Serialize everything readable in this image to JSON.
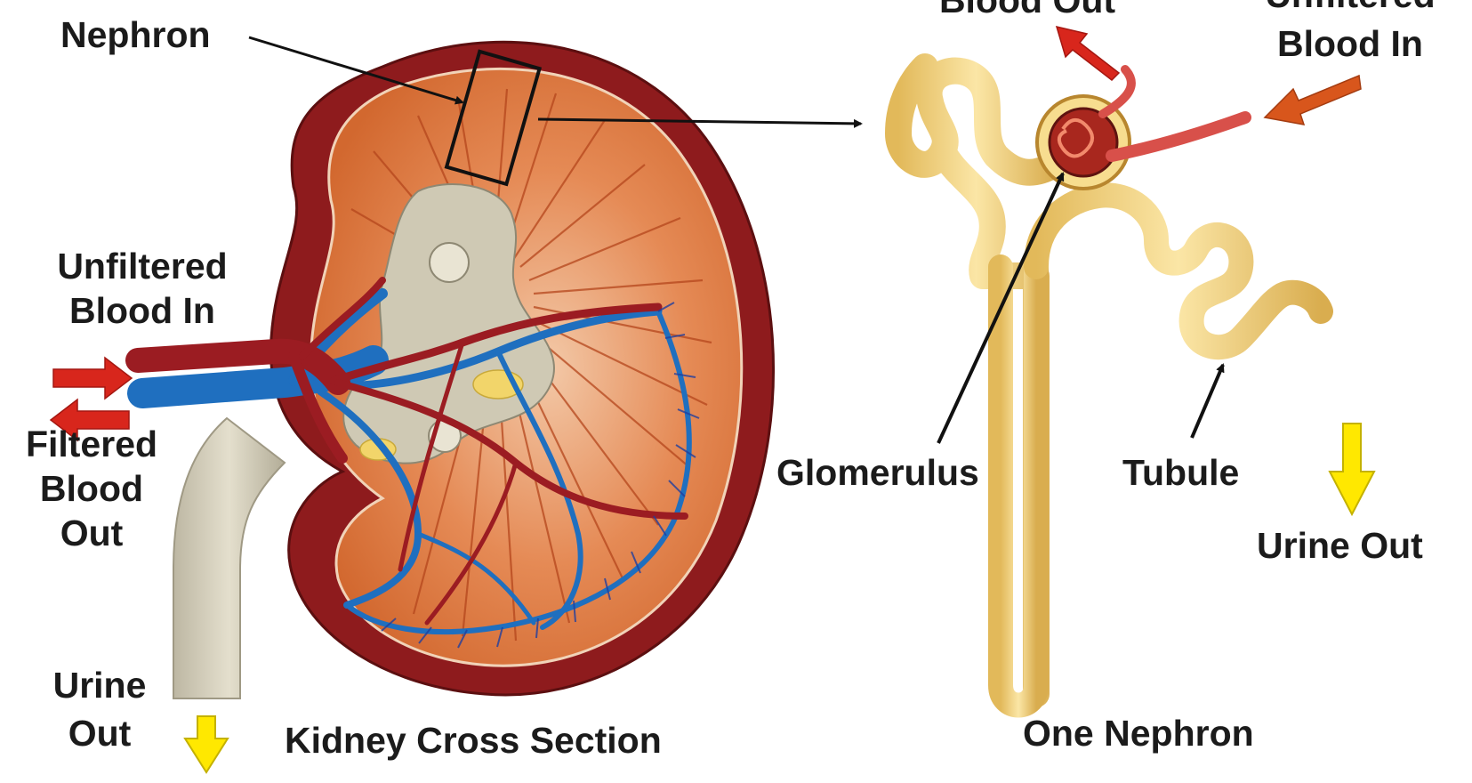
{
  "left_panel": {
    "nephron_callout": "Nephron",
    "blood_in_line1": "Unfiltered",
    "blood_in_line2": "Blood In",
    "blood_out_line1": "Filtered",
    "blood_out_line2": "Blood",
    "blood_out_line3": "Out",
    "urine_out_line1": "Urine",
    "urine_out_line2": "Out",
    "caption": "Kidney Cross Section"
  },
  "right_panel": {
    "blood_out": "Blood Out",
    "unfiltered_line1": "Unfiltered",
    "unfiltered_line2": "Blood In",
    "glomerulus": "Glomerulus",
    "tubule": "Tubule",
    "urine_out": "Urine Out",
    "caption": "One Nephron"
  },
  "colors": {
    "artery": "#9b1c22",
    "vein": "#1f6fbf",
    "capsule": "#8e1b1d",
    "cortex": "#e07a45",
    "tubule": "#f4d27a",
    "ureter": "#d8d2bf",
    "flow_arrow_red": "#d8261c",
    "flow_arrow_yellow": "#ffe800"
  }
}
